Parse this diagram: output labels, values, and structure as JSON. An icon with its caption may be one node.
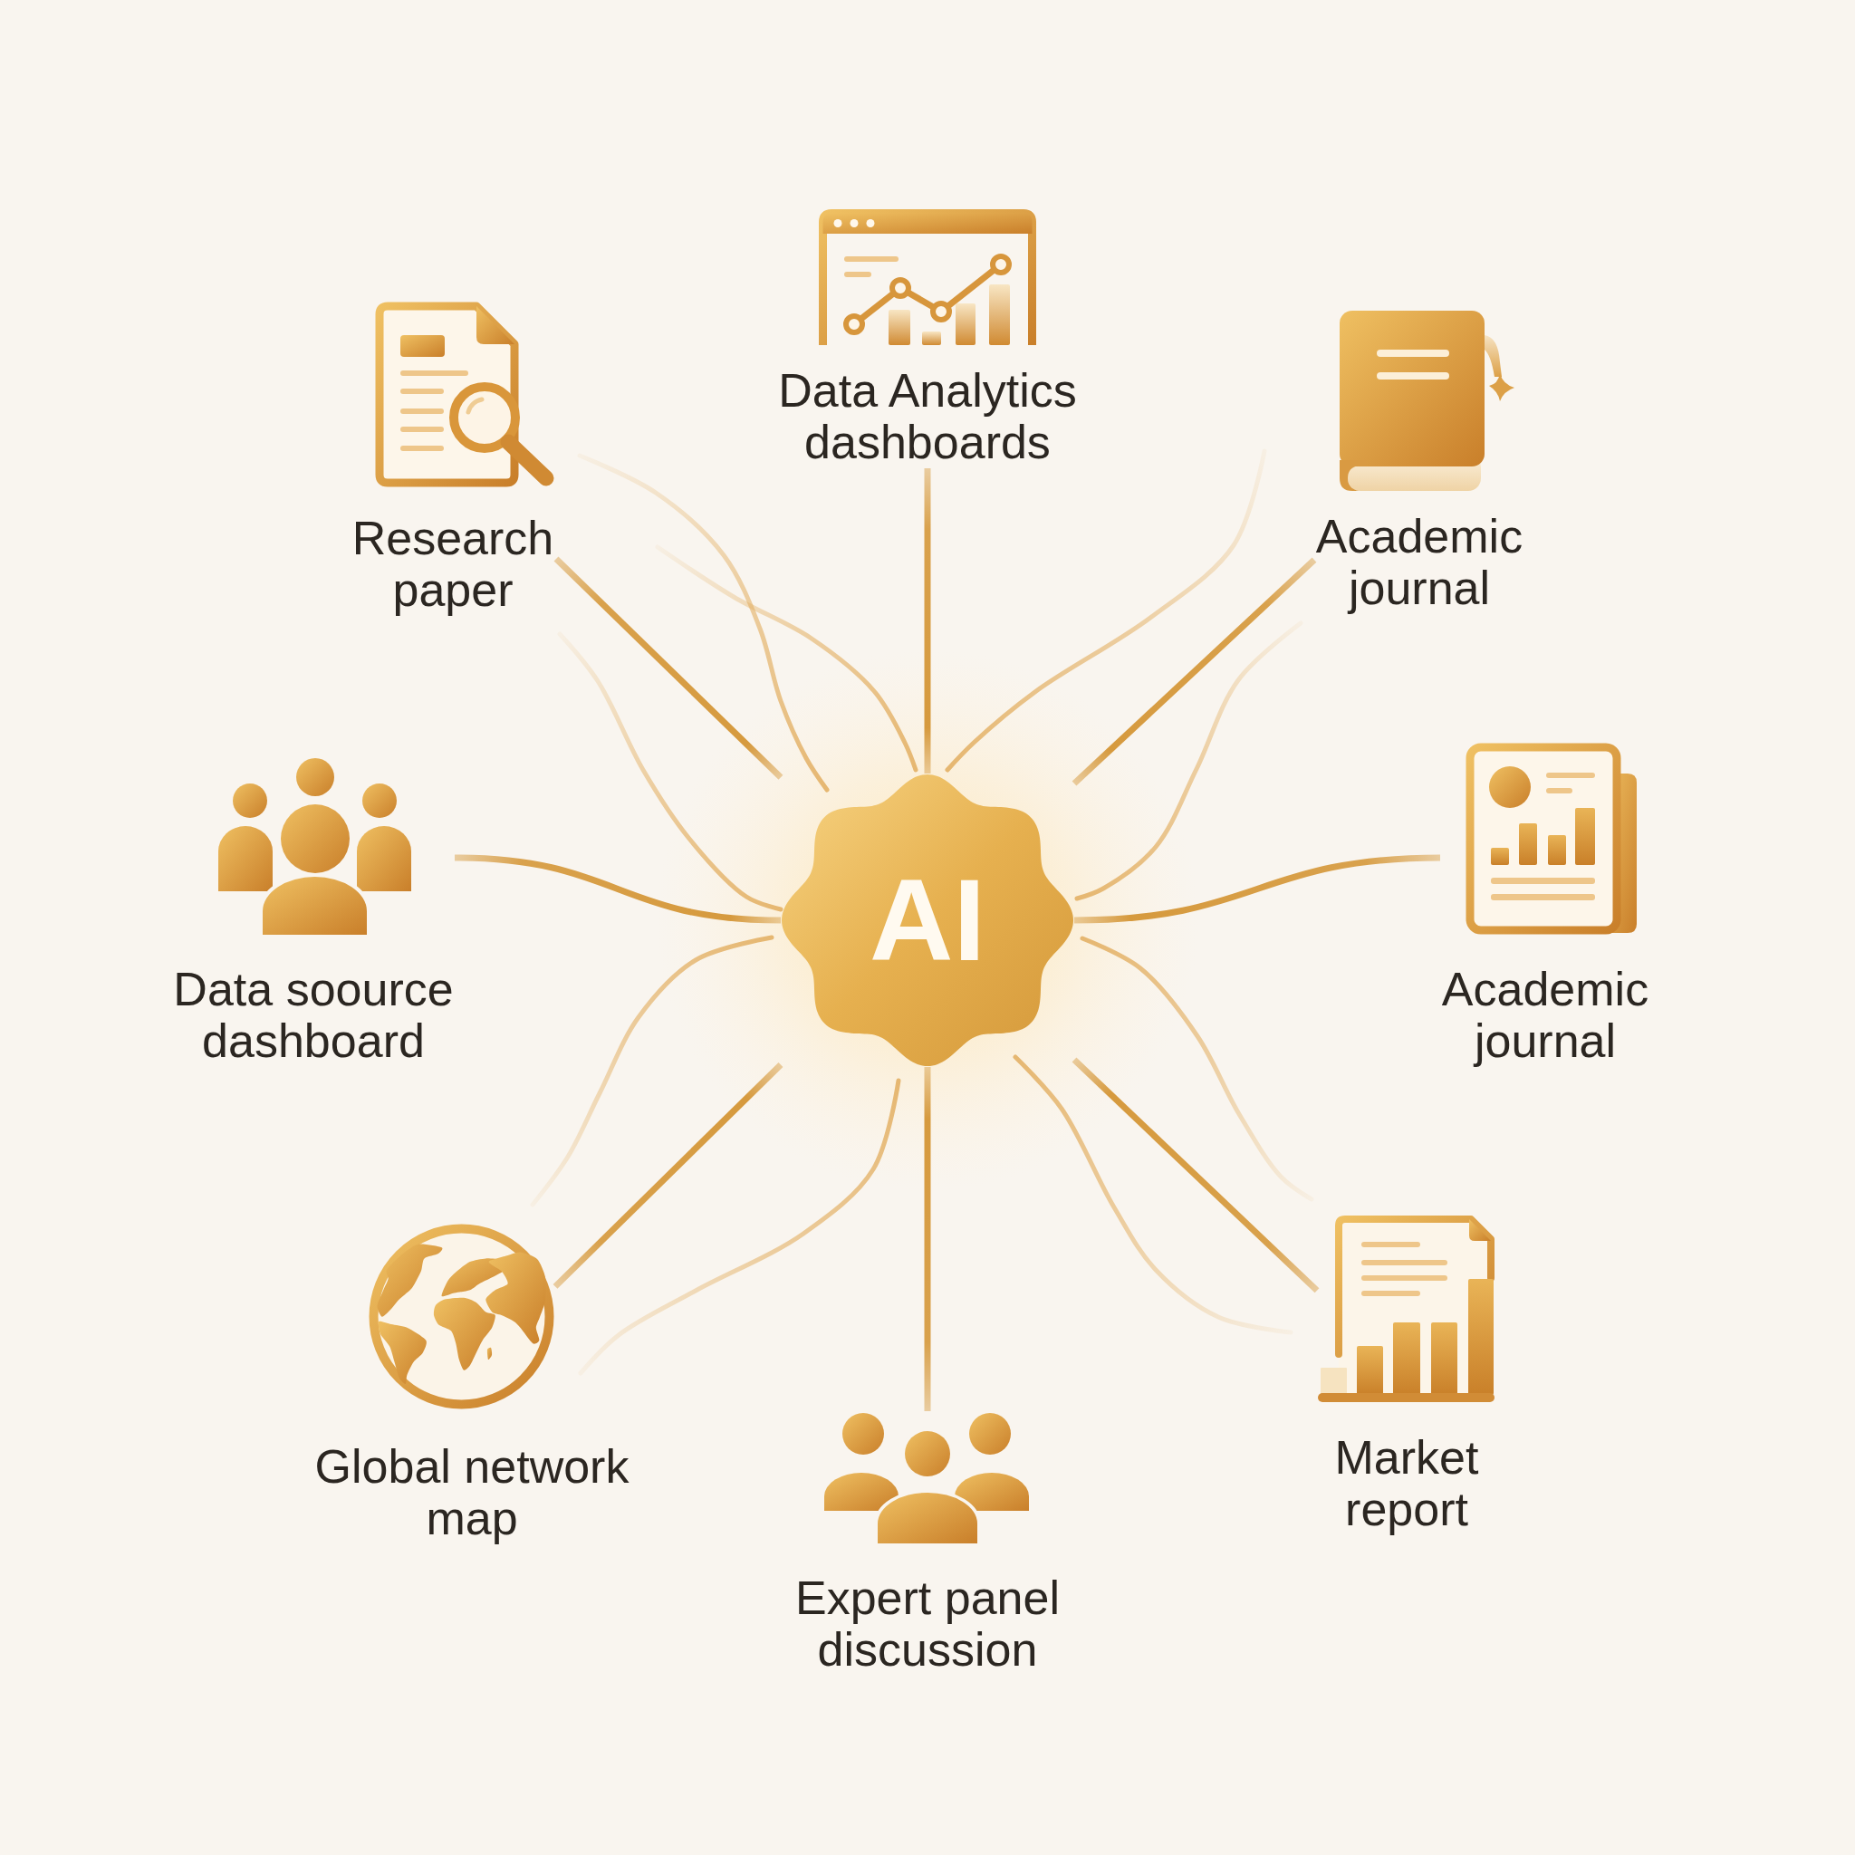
{
  "diagram": {
    "nodes": [
      {
        "text": [
          "Data Analytics dashboards"
        ]
      },
      {
        "text": [
          "Research paper"
        ]
      },
      {
        "text": [
          "Academic journal"
        ]
      },
      {
        "text": [
          "Data soource dashboard"
        ]
      },
      {
        "text": [
          "AI"
        ]
      },
      {
        "text": [
          "Academic journal"
        ]
      },
      {
        "text": [
          "Global network map"
        ]
      },
      {
        "text": [
          "Market report"
        ]
      },
      {
        "text": [
          "Expert panel discussion"
        ]
      }
    ],
    "edges": [
      {
        "from": 4,
        "to": 0,
        "arrow": "none"
      },
      {
        "from": 4,
        "to": 1,
        "arrow": "none"
      },
      {
        "from": 4,
        "to": 2,
        "arrow": "none"
      },
      {
        "from": 4,
        "to": 3,
        "arrow": "none"
      },
      {
        "from": 4,
        "to": 5,
        "arrow": "none"
      },
      {
        "from": 4,
        "to": 6,
        "arrow": "none"
      },
      {
        "from": 4,
        "to": 7,
        "arrow": "none"
      },
      {
        "from": 4,
        "to": 8,
        "arrow": "none"
      }
    ]
  }
}
